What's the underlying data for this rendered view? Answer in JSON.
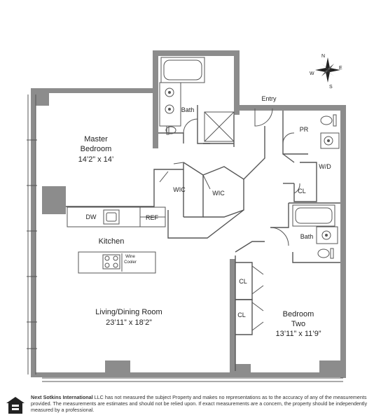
{
  "rooms": {
    "master_bedroom": {
      "name_line1": "Master",
      "name_line2": "Bedroom",
      "dims": "14’2” x 14’"
    },
    "bath_master": "Bath",
    "entry": "Entry",
    "pr": "PR",
    "wd": "W/D",
    "cl_upper": "CL",
    "wic_left": "WIC",
    "wic_right": "WIC",
    "dw": "DW",
    "ref": "REF",
    "kitchen": "Kitchen",
    "wine_cooler_line1": "Wine",
    "wine_cooler_line2": "Cooler",
    "bath_second": "Bath",
    "living": {
      "name": "Living/Dining Room",
      "dims": "23’11” x 18’2”"
    },
    "cl_left_1": "CL",
    "cl_left_2": "CL",
    "bedroom_two": {
      "name_line1": "Bedroom",
      "name_line2": "Two",
      "dims": "13’11” x 11’9”"
    }
  },
  "compass": {
    "n": "N",
    "s": "S",
    "e": "E",
    "w": "W"
  },
  "disclaimer": {
    "brand": "Next Sotkins International",
    "text": " LLC has not measured the subject Property and makes no representations as to the accuracy of any of the measurements provided. The measurements are estimates and should not be relied upon. If exact measurements are a concern, the property should be independently measured by a professional."
  },
  "colors": {
    "wall": "#8c8c8c",
    "wall_dark": "#7a7a7a",
    "line": "#444444"
  }
}
